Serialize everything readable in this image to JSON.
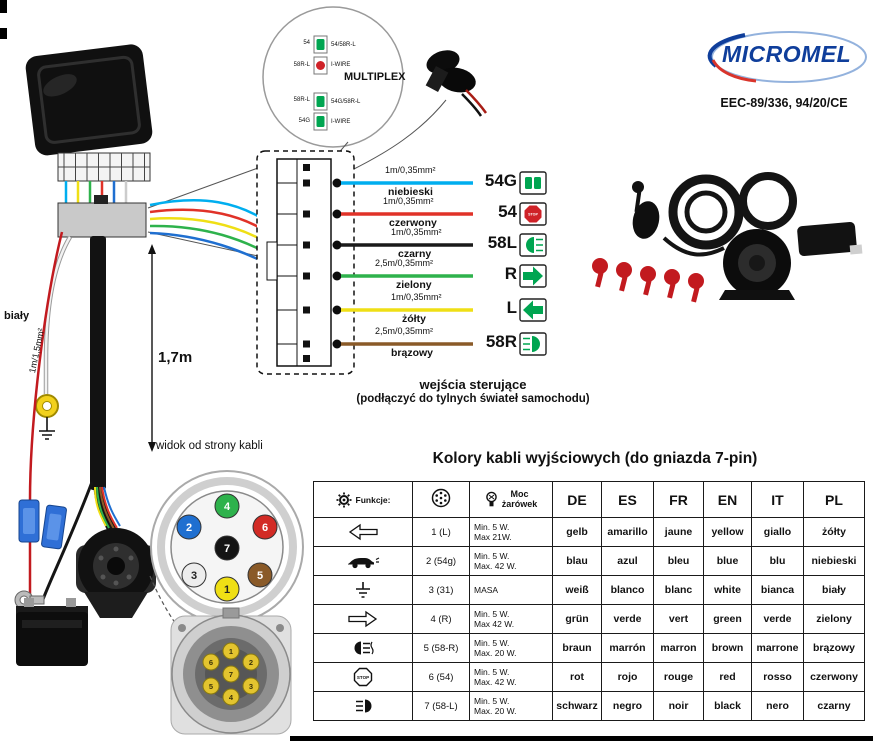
{
  "theme": {
    "accent_green": "#00a551",
    "stop_red": "#cf2228",
    "logo_blue": "#0f3e9b",
    "logo_red": "#d9342b",
    "socket_pin_yellow": "#e3c42f",
    "table_border": "#1a1a1a"
  },
  "brand": {
    "logo": "MICROMEL",
    "cert": "EEC-89/336, 94/20/CE"
  },
  "icons": {
    "stop_text": "STOP"
  },
  "multiplex": {
    "label": "MULTIPLEX",
    "top_left_1": "54",
    "top_left_2": "58R-L",
    "top_right_1": "54/58R-L",
    "top_right_2": "I-WIRE",
    "bottom_left_1": "58R-L",
    "bottom_left_2": "54G",
    "bottom_right_1": "54G/58R-L",
    "bottom_right_2": "I-WIRE"
  },
  "control_inputs": {
    "caption_line1": "wejścia sterujące",
    "caption_line2": "(podłączyć do tylnych świateł samochodu)",
    "wires": [
      {
        "spec": "1m/0,35mm²",
        "color_name": "niebieski",
        "signal": "54G",
        "hex": "#00aeef",
        "icon": "parking-lights"
      },
      {
        "spec": "1m/0,35mm²",
        "color_name": "czerwony",
        "signal": "54",
        "hex": "#e03228",
        "icon": "stop-sign"
      },
      {
        "spec": "1m/0,35mm²",
        "color_name": "czarny",
        "signal": "58L",
        "hex": "#1a1a1a",
        "icon": "tail-light-left"
      },
      {
        "spec": "2,5m/0,35mm²",
        "color_name": "zielony",
        "signal": "R",
        "hex": "#2eb24c",
        "icon": "turn-right"
      },
      {
        "spec": "1m/0,35mm²",
        "color_name": "żółty",
        "signal": "L",
        "hex": "#efdf15",
        "icon": "turn-left"
      },
      {
        "spec": "2,5m/0,35mm²",
        "color_name": "brązowy",
        "signal": "58R",
        "hex": "#8a5a28",
        "icon": "tail-light-right"
      }
    ]
  },
  "harness": {
    "length_label": "1,7m",
    "white_wire_name": "biały",
    "white_wire_spec": "1m/1,5mm²"
  },
  "pin_view": {
    "caption": "widok od strony kabli",
    "pins": [
      {
        "num": "1",
        "hex": "#efdf15",
        "text_hex": "#222222"
      },
      {
        "num": "2",
        "hex": "#1f6fd0",
        "text_hex": "#ffffff"
      },
      {
        "num": "3",
        "hex": "#ededed",
        "text_hex": "#222222"
      },
      {
        "num": "4",
        "hex": "#2eb24c",
        "text_hex": "#ffffff"
      },
      {
        "num": "5",
        "hex": "#8a5a28",
        "text_hex": "#ffffff"
      },
      {
        "num": "6",
        "hex": "#d22b25",
        "text_hex": "#ffffff"
      },
      {
        "num": "7",
        "hex": "#141414",
        "text_hex": "#ffffff"
      }
    ]
  },
  "socket_view": {
    "pins": [
      "1",
      "2",
      "3",
      "4",
      "5",
      "6",
      "7"
    ]
  },
  "table": {
    "title": "Kolory kabli wyjściowych (do gniazda 7-pin)",
    "funkcje_label": "Funkcje:",
    "moc_label": "Moc\nżarówek",
    "languages": [
      "DE",
      "ES",
      "FR",
      "EN",
      "IT",
      "PL"
    ],
    "rows": [
      {
        "icon": "turn-left-arrow",
        "pin": "1 (L)",
        "power": "Min. 5 W.\nMax 21W.",
        "colors": [
          "gelb",
          "amarillo",
          "jaune",
          "yellow",
          "giallo",
          "żółty"
        ]
      },
      {
        "icon": "car-parking-lights",
        "pin": "2 (54g)",
        "power": "Min. 5 W.\nMax. 42 W.",
        "colors": [
          "blau",
          "azul",
          "bleu",
          "blue",
          "blu",
          "niebieski"
        ]
      },
      {
        "icon": "ground",
        "pin": "3 (31)",
        "power": "MASA",
        "colors": [
          "weiß",
          "blanco",
          "blanc",
          "white",
          "bianca",
          "biały"
        ]
      },
      {
        "icon": "turn-right-arrow",
        "pin": "4 (R)",
        "power": "Min. 5 W.\nMax 42 W.",
        "colors": [
          "grün",
          "verde",
          "vert",
          "green",
          "verde",
          "zielony"
        ]
      },
      {
        "icon": "rear-fog-light",
        "pin": "5 (58-R)",
        "power": "Min. 5 W.\nMax. 20 W.",
        "colors": [
          "braun",
          "marrón",
          "marron",
          "brown",
          "marrone",
          "brązowy"
        ]
      },
      {
        "icon": "stop-sign",
        "pin": "6 (54)",
        "power": "Min. 5 W.\nMax. 42 W.",
        "colors": [
          "rot",
          "rojo",
          "rouge",
          "red",
          "rosso",
          "czerwony"
        ]
      },
      {
        "icon": "tail-light",
        "pin": "7 (58-L)",
        "power": "Min. 5 W.\nMax. 20 W.",
        "colors": [
          "schwarz",
          "negro",
          "noir",
          "black",
          "nero",
          "czarny"
        ]
      }
    ]
  }
}
